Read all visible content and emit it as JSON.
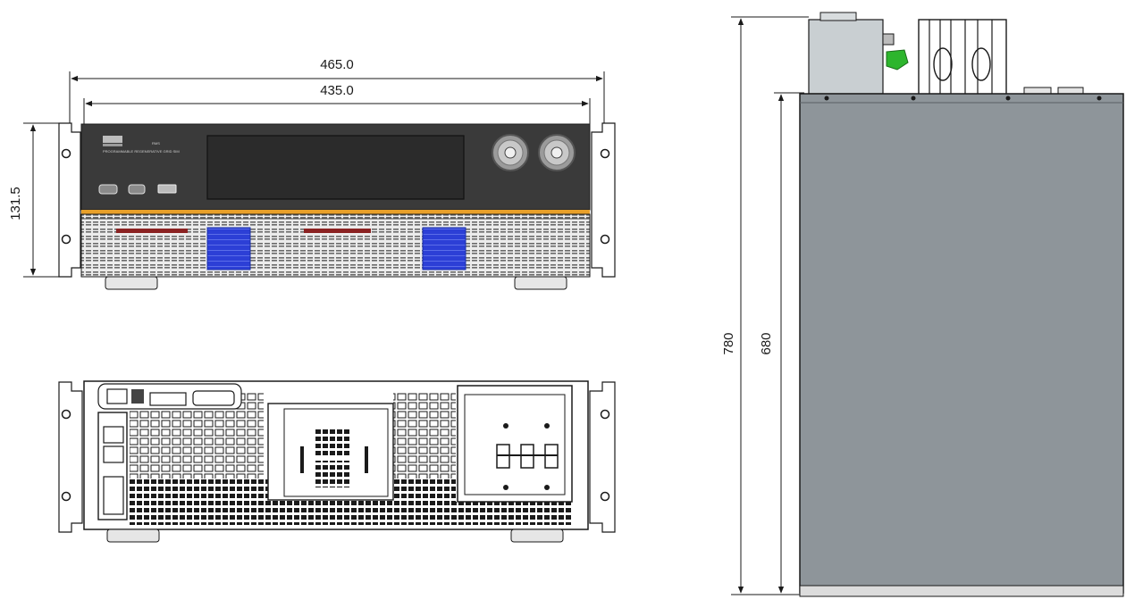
{
  "dimensions": {
    "overall_width": "465.0",
    "panel_width": "435.0",
    "panel_height": "131.5",
    "total_depth": "780",
    "body_depth": "680"
  },
  "front_panel": {
    "brand_line": "PROGRAMMABLE REGENERATIVE GRID SIM",
    "model_tag": "RMS"
  },
  "colors": {
    "panel": "#3a3a3a",
    "accent_stripe": "#e8a02a",
    "fan_blue": "#2c3fd6",
    "fan_red": "#8b2222",
    "side_body": "#8e959a",
    "terminal_green": "#2db52d",
    "line": "#1a1a1a"
  }
}
